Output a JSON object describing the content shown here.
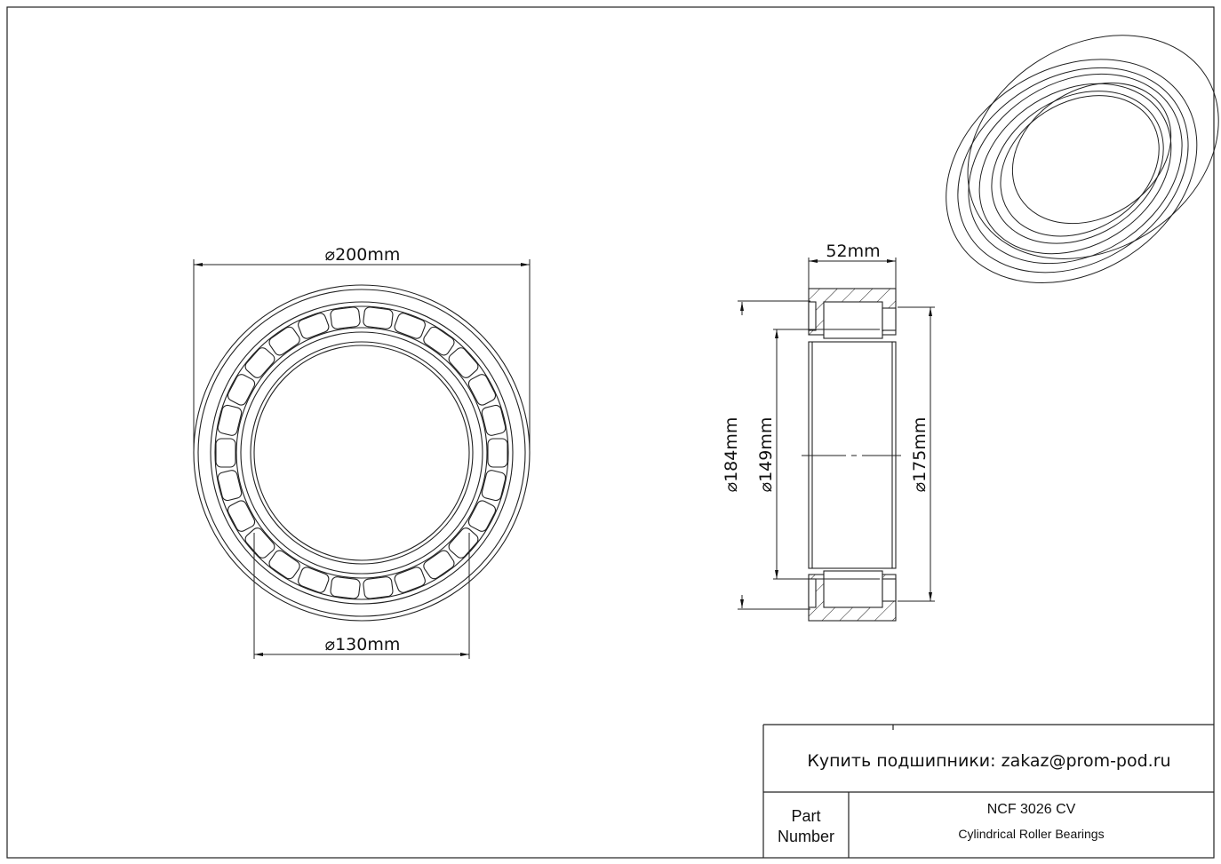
{
  "drawing": {
    "dimensions": {
      "outer_diameter": "200mm",
      "bore_diameter": "130mm",
      "width": "52mm",
      "d184": "184mm",
      "d149": "149mm",
      "d175": "175mm",
      "diameter_symbol": "⌀"
    }
  },
  "title_block": {
    "buy_text": "Купить подшипники: zakaz@prom-pod.ru",
    "part_label_line1": "Part",
    "part_label_line2": "Number",
    "part_number": "NCF 3026 CV",
    "part_type": "Cylindrical Roller Bearings"
  }
}
